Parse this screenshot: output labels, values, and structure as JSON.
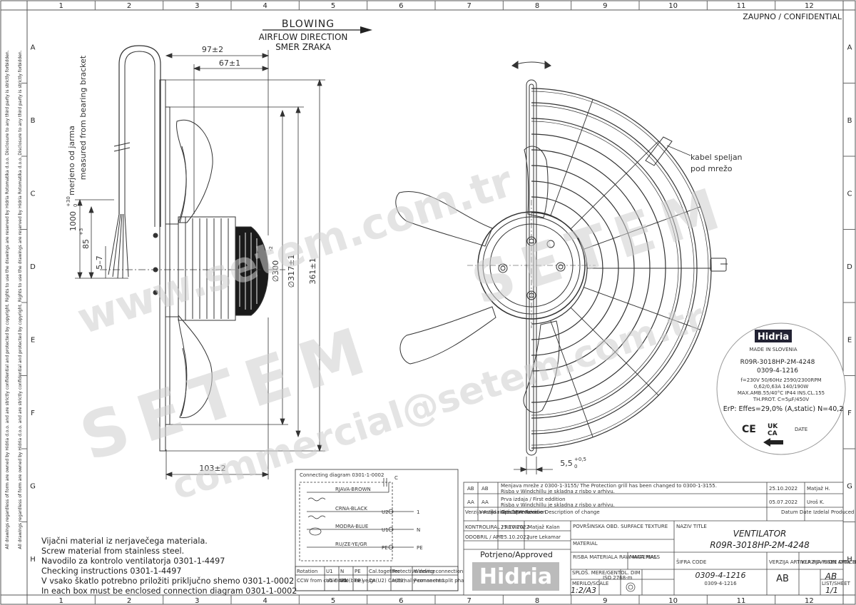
{
  "confidential": "ZAUPNO / CONFIDENTIAL",
  "grid": {
    "columns": [
      "1",
      "2",
      "3",
      "4",
      "5",
      "6",
      "7",
      "8",
      "9",
      "10",
      "11",
      "12"
    ],
    "rows": [
      "A",
      "B",
      "C",
      "D",
      "E",
      "F",
      "G",
      "H"
    ]
  },
  "airflow": {
    "title": "BLOWING",
    "line1": "AIRFLOW DIRECTION",
    "line2": "SMER ZRAKA"
  },
  "dimensions": {
    "d97": "97±2",
    "d67": "67±1",
    "d103": "103±2",
    "d300": "∅300",
    "d300tol": "-2",
    "d317": "∅317±1",
    "d361": "361±1",
    "d1000": "1000",
    "d1000tol": "+30",
    "d1000tol2": "0",
    "d85": "85",
    "d85tol": "+3",
    "d5_7": "5–7",
    "d5_5": "5,5",
    "d5_5tol1": "+0,5",
    "d5_5tol2": "0"
  },
  "side_notes": {
    "line1": "merjeno od jarma",
    "line2": "measured from bearing bracket"
  },
  "cable_note": {
    "line1": "kabel speljan",
    "line2": "pod mrežo"
  },
  "label": {
    "brand": "Hidria",
    "made_in": "MADE IN SLOVENIA",
    "model": "R09R-3018HP-2M-4248",
    "code": "0309-4-1216",
    "spec1": "f=230V 50/60Hz 2590/2300RPM",
    "spec2": "0,62/0,63A 140/190W",
    "spec3": "MAX.AMB.55/40°C IP44 INS.CL.155",
    "spec4": "TH.PROT. C=5μF/450V",
    "erp": "ErP: Effes=29,0% (A,static) N=40,2",
    "ce": "CE",
    "ukca1": "UK",
    "ukca2": "CA",
    "date": "DATE"
  },
  "watermark": {
    "w1": "www.setem.com.tr",
    "w2": "SETEM",
    "w3": "SETEM",
    "w4": "commercial@setem.com.tr"
  },
  "notes": [
    "Vijačni material iz nerjavečega materiala.",
    "Screw material from stainless steel.",
    "Navodilo za kontrolo ventilatorja 0301-1-4497",
    "Checking instructions 0301-1-4497",
    "V vsako škatlo potrebno priložiti priključno shemo 0301-1-0002",
    "In each box must be enclosed connection diagram 0301-1-0002"
  ],
  "legal_text": "All drawings regardless of form are owned by Hidria d.o.o. and are strictly confidential and protected by copyright. Rights to use the drawings are reserved by Hidria Rotomatika d.o.o. Disclosure to any third party is strictly forbidden.",
  "connection": {
    "title": "Connecting diagram 0301-1-0002",
    "wire_brown": "RJAVA-BROWN",
    "wire_black": "CRNA-BLACK",
    "wire_blue": "MODRA-BLUE",
    "wire_yg": "RU/ZE-YE/GR",
    "cap": "C",
    "term_u2": "U2",
    "term_u1": "U1",
    "term_pe": "PE",
    "term_1": "1",
    "term_n": "N",
    "term_pe2": "PE",
    "table_headers": [
      "Rotation",
      "U1",
      "N",
      "PE",
      "Cal.together",
      "Protective device",
      "Winding connection"
    ],
    "table_values": [
      "CCW from cable side",
      "U1 DARK",
      "U1 (blue)",
      "PE ye/gr",
      "CA(U2) CA(Z2)",
      "Internally connected",
      "Permanent split phase capacitor motor"
    ]
  },
  "approved": "Potrjeno/Approved",
  "revisions": [
    {
      "id": "AB",
      "ver": "AB",
      "text1": "Menjava mreže z 0300-1-3155/ The Protection grill has been changed to 0300-1-3155.",
      "text2": "Risba v Windchillu je skladna z risbo v arhivu.",
      "date": "25.10.2022",
      "by": "Matjaž H."
    },
    {
      "id": "AA",
      "ver": "AA",
      "text1": "Prva izdaja / First eddition",
      "text2": "Risba v Windchillu je skladna z risbo v arhivu.",
      "date": "05.07.2022",
      "by": "Uroš K."
    }
  ],
  "rev_header": [
    "Verzija Artikla Article revision",
    "Verzija risbe DRW Revision",
    "Opis spremembe Description of change",
    "",
    "Datum Date",
    "Izdelal Produced"
  ],
  "title_block": {
    "control_label": "KONTROLIRAL / REVIEW",
    "control_date": "25.10.2022",
    "control_name": "Matjaž Kalan",
    "approve_label": "ODOBRIL / APP",
    "approve_date": "25.10.2022",
    "approve_name": "Jure Lekamar",
    "surface_label": "POVRŠINSKA OBD. SURFACE TEXTURE",
    "material_label": "MATERIAL",
    "raw_material": "RISBA MATERIALA RAW MATERIAL",
    "mass_label": "MASA MASS",
    "title_label": "NAZIV TITLE",
    "title1": "VENTILATOR",
    "title2": "R09R-3018HP-2M-4248",
    "code_label": "ŠIFRA CODE",
    "code": "0309-4-1216",
    "code_sub": "0309-4-1216",
    "art_rev_label": "VERZIJA ARTIKLA REVISION ARTICLE",
    "art_rev": "AB",
    "drw_rev_label": "VERZIJA RISBE DRW REVISION",
    "drw_rev": "AB",
    "sheet_label": "LIST/SHEET",
    "sheet": "1/1",
    "tol_label": "SPLOŠ. MERE/GENTOL. DIM",
    "tol": "ISO 2768-m",
    "scale_label": "MERILO/SCALE",
    "scale": "1:2/A3",
    "logo": "Hidria"
  }
}
